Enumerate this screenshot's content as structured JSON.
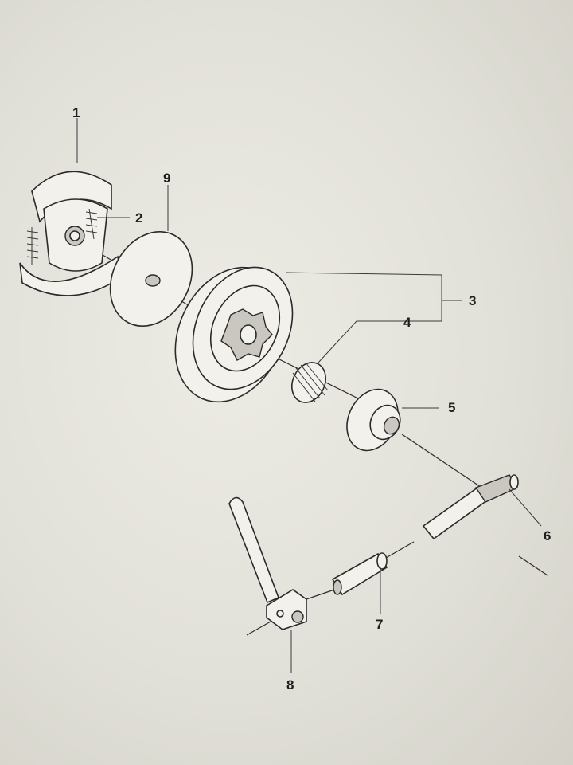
{
  "diagram": {
    "callouts": [
      {
        "id": "1",
        "label": "1"
      },
      {
        "id": "2",
        "label": "2"
      },
      {
        "id": "3",
        "label": "3"
      },
      {
        "id": "4",
        "label": "4"
      },
      {
        "id": "5",
        "label": "5"
      },
      {
        "id": "6",
        "label": "6"
      },
      {
        "id": "7",
        "label": "7"
      },
      {
        "id": "8",
        "label": "8"
      },
      {
        "id": "9",
        "label": "9"
      }
    ],
    "colors": {
      "line": "#2a2a2a",
      "paper": "#e9e8e1",
      "part_fill": "#f2f1ec"
    }
  }
}
